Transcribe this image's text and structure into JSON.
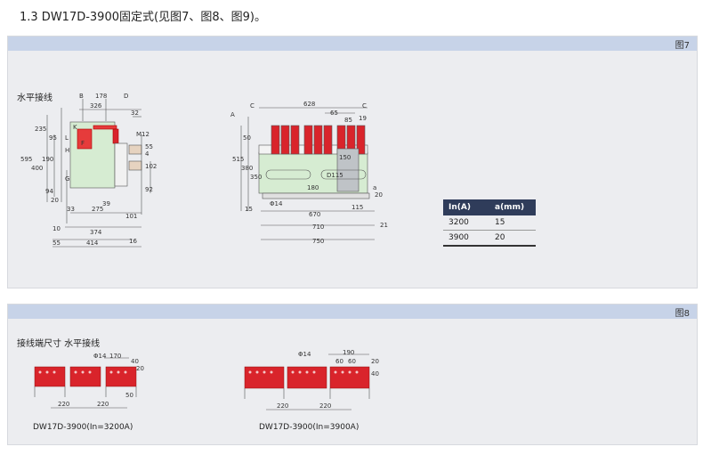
{
  "heading": "1.3 DW17D-3900固定式(见图7、图8、图9)。",
  "fig7": {
    "tag": "图7",
    "sublabel": "水平接线",
    "left_dims": {
      "top": [
        "B",
        "178",
        "D"
      ],
      "row2": [
        "326",
        "32"
      ],
      "labels": [
        "K",
        "L",
        "F",
        "H",
        "G",
        "M12"
      ],
      "vert_left": [
        "595",
        "235",
        "95",
        "190",
        "400",
        "94",
        "20"
      ],
      "vert_right": [
        "55",
        "4",
        "102",
        "92"
      ],
      "bottom": [
        "33",
        "39",
        "275",
        "101",
        "10",
        "374",
        "55",
        "414",
        "16"
      ]
    },
    "mid_dims": {
      "top": [
        "C",
        "628",
        "C",
        "65",
        "85",
        "19"
      ],
      "left": [
        "A",
        "50",
        "515",
        "380",
        "350",
        "15"
      ],
      "inner": [
        "150",
        "D115",
        "180"
      ],
      "side": [
        "Φ14",
        "a",
        "20"
      ],
      "bottom": [
        "670",
        "115",
        "710",
        "21",
        "750"
      ]
    },
    "table": {
      "headers": [
        "In(A)",
        "a(mm)"
      ],
      "rows": [
        [
          "3200",
          "15"
        ],
        [
          "3900",
          "20"
        ]
      ]
    }
  },
  "fig8": {
    "tag": "图8",
    "sublabel": "接线端尺寸  水平接线",
    "left_dims": [
      "Φ14",
      "170",
      "40",
      "20",
      "50",
      "220",
      "220"
    ],
    "left_caption": "DW17D-3900(In=3200A)",
    "right_dims": [
      "Φ14",
      "190",
      "60",
      "60",
      "20",
      "40",
      "220",
      "220"
    ],
    "right_caption": "DW17D-3900(In=3900A)"
  },
  "colors": {
    "panel": "#ecedf0",
    "bar": "#c7d3e8",
    "red": "#d9242b",
    "green": "#d6ecd2",
    "table_head": "#2f3c5a"
  }
}
